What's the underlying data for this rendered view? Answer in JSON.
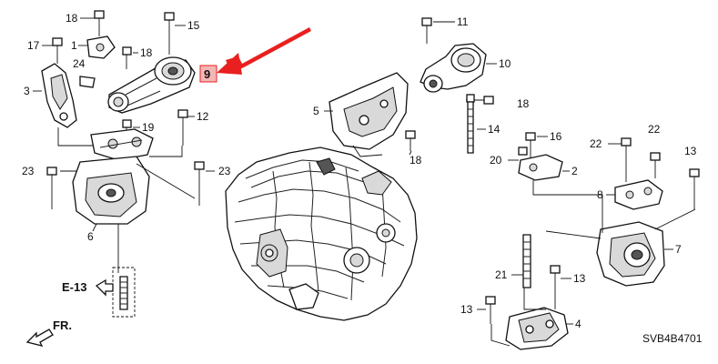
{
  "callouts": {
    "c18a": "18",
    "c15": "15",
    "c17": "17",
    "c1": "1",
    "c18b": "18",
    "c24": "24",
    "c3": "3",
    "c9": "9",
    "c12": "12",
    "c19": "19",
    "c23a": "23",
    "c23b": "23",
    "c6": "6",
    "c11": "11",
    "c10": "10",
    "c5": "5",
    "c18c": "18",
    "c14": "14",
    "c18d": "18",
    "c16": "16",
    "c20": "20",
    "c2": "2",
    "c22a": "22",
    "c22b": "22",
    "c13a": "13",
    "c8": "8",
    "c7": "7",
    "c21": "21",
    "c13b": "13",
    "c13c": "13",
    "c4": "4"
  },
  "refs": {
    "e13": "E-13",
    "fr": "FR.",
    "diagram_code": "SVB4B4701"
  },
  "colors": {
    "highlight_arrow": "#e8201f",
    "highlight_box": "#f4b6b6",
    "line": "#111111"
  }
}
